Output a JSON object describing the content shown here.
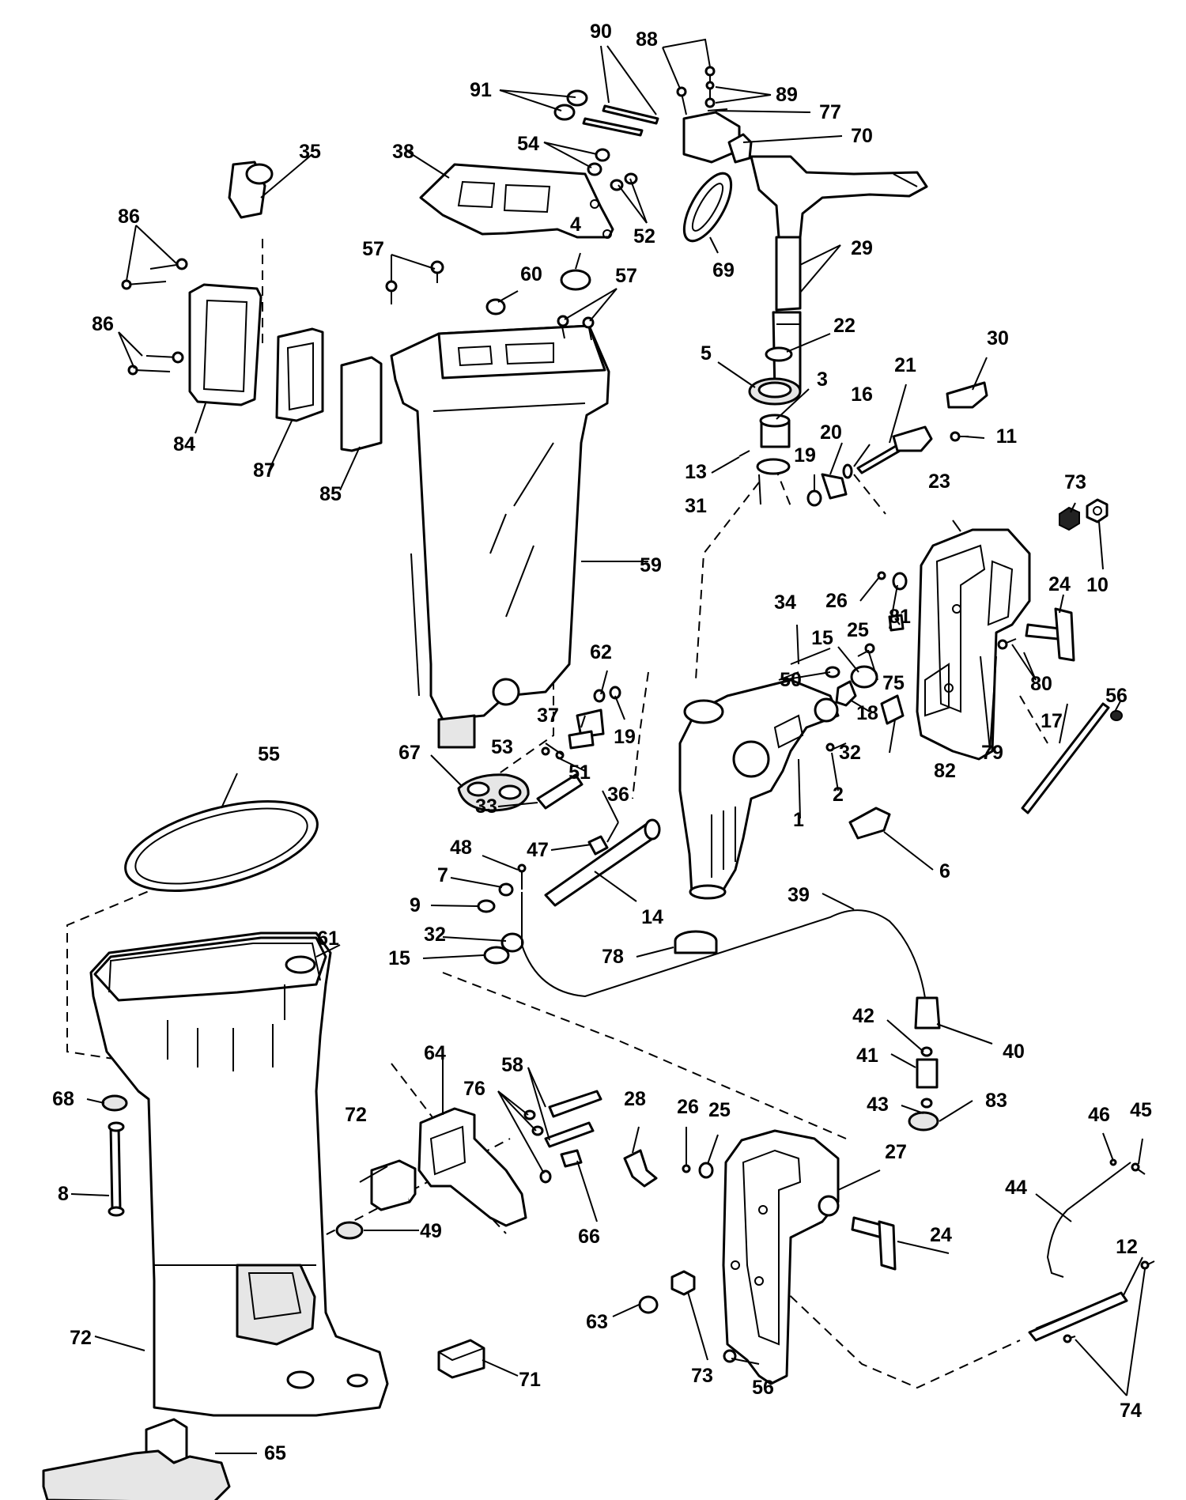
{
  "callouts": [
    {
      "id": "c90",
      "text": "90"
    },
    {
      "id": "c88",
      "text": "88"
    },
    {
      "id": "c89",
      "text": "89"
    },
    {
      "id": "c91",
      "text": "91"
    },
    {
      "id": "c77",
      "text": "77"
    },
    {
      "id": "c70",
      "text": "70"
    },
    {
      "id": "c35",
      "text": "35"
    },
    {
      "id": "c38",
      "text": "38"
    },
    {
      "id": "c54",
      "text": "54"
    },
    {
      "id": "c86a",
      "text": "86"
    },
    {
      "id": "c52",
      "text": "52"
    },
    {
      "id": "c29",
      "text": "29"
    },
    {
      "id": "c4",
      "text": "4"
    },
    {
      "id": "c57a",
      "text": "57"
    },
    {
      "id": "c60",
      "text": "60"
    },
    {
      "id": "c69",
      "text": "69"
    },
    {
      "id": "c57b",
      "text": "57"
    },
    {
      "id": "c86b",
      "text": "86"
    },
    {
      "id": "c22",
      "text": "22"
    },
    {
      "id": "c30",
      "text": "30"
    },
    {
      "id": "c5",
      "text": "5"
    },
    {
      "id": "c3",
      "text": "3"
    },
    {
      "id": "c21",
      "text": "21"
    },
    {
      "id": "c84",
      "text": "84"
    },
    {
      "id": "c87",
      "text": "87"
    },
    {
      "id": "c16",
      "text": "16"
    },
    {
      "id": "c20",
      "text": "20"
    },
    {
      "id": "c11",
      "text": "11"
    },
    {
      "id": "c13",
      "text": "13"
    },
    {
      "id": "c19a",
      "text": "19"
    },
    {
      "id": "c85",
      "text": "85"
    },
    {
      "id": "c31",
      "text": "31"
    },
    {
      "id": "c73a",
      "text": "73"
    },
    {
      "id": "c23",
      "text": "23"
    },
    {
      "id": "c59",
      "text": "59"
    },
    {
      "id": "c10",
      "text": "10"
    },
    {
      "id": "c24a",
      "text": "24"
    },
    {
      "id": "c26a",
      "text": "26"
    },
    {
      "id": "c34",
      "text": "34"
    },
    {
      "id": "c81",
      "text": "81"
    },
    {
      "id": "c25a",
      "text": "25"
    },
    {
      "id": "c15a",
      "text": "15"
    },
    {
      "id": "c62",
      "text": "62"
    },
    {
      "id": "c50",
      "text": "50"
    },
    {
      "id": "c75",
      "text": "75"
    },
    {
      "id": "c80",
      "text": "80"
    },
    {
      "id": "c56a",
      "text": "56"
    },
    {
      "id": "c37",
      "text": "37"
    },
    {
      "id": "c18",
      "text": "18"
    },
    {
      "id": "c19b",
      "text": "19"
    },
    {
      "id": "c53",
      "text": "53"
    },
    {
      "id": "c17",
      "text": "17"
    },
    {
      "id": "c32a",
      "text": "32"
    },
    {
      "id": "c82",
      "text": "82"
    },
    {
      "id": "c79",
      "text": "79"
    },
    {
      "id": "c67",
      "text": "67"
    },
    {
      "id": "c51",
      "text": "51"
    },
    {
      "id": "c55",
      "text": "55"
    },
    {
      "id": "c2",
      "text": "2"
    },
    {
      "id": "c33",
      "text": "33"
    },
    {
      "id": "c36",
      "text": "36"
    },
    {
      "id": "c1",
      "text": "1"
    },
    {
      "id": "c48",
      "text": "48"
    },
    {
      "id": "c47",
      "text": "47"
    },
    {
      "id": "c6",
      "text": "6"
    },
    {
      "id": "c7",
      "text": "7"
    },
    {
      "id": "c39",
      "text": "39"
    },
    {
      "id": "c9",
      "text": "9"
    },
    {
      "id": "c14",
      "text": "14"
    },
    {
      "id": "c32b",
      "text": "32"
    },
    {
      "id": "c61",
      "text": "61"
    },
    {
      "id": "c15b",
      "text": "15"
    },
    {
      "id": "c78",
      "text": "78"
    },
    {
      "id": "c42",
      "text": "42"
    },
    {
      "id": "c40",
      "text": "40"
    },
    {
      "id": "c41",
      "text": "41"
    },
    {
      "id": "c64",
      "text": "64"
    },
    {
      "id": "c58",
      "text": "58"
    },
    {
      "id": "c76",
      "text": "76"
    },
    {
      "id": "c68",
      "text": "68"
    },
    {
      "id": "c43",
      "text": "43"
    },
    {
      "id": "c83",
      "text": "83"
    },
    {
      "id": "c28",
      "text": "28"
    },
    {
      "id": "c26b",
      "text": "26"
    },
    {
      "id": "c25b",
      "text": "25"
    },
    {
      "id": "c46",
      "text": "46"
    },
    {
      "id": "c45",
      "text": "45"
    },
    {
      "id": "c72a",
      "text": "72"
    },
    {
      "id": "c27",
      "text": "27"
    },
    {
      "id": "c8",
      "text": "8"
    },
    {
      "id": "c44",
      "text": "44"
    },
    {
      "id": "c66",
      "text": "66"
    },
    {
      "id": "c24b",
      "text": "24"
    },
    {
      "id": "c49",
      "text": "49"
    },
    {
      "id": "c12",
      "text": "12"
    },
    {
      "id": "c63",
      "text": "63"
    },
    {
      "id": "c73b",
      "text": "73"
    },
    {
      "id": "c72b",
      "text": "72"
    },
    {
      "id": "c71",
      "text": "71"
    },
    {
      "id": "c74",
      "text": "74"
    },
    {
      "id": "c56b",
      "text": "56"
    },
    {
      "id": "c65",
      "text": "65"
    }
  ],
  "colors": {
    "ink": "#000000",
    "paper": "#ffffff",
    "shade": "#e6e6e6"
  }
}
